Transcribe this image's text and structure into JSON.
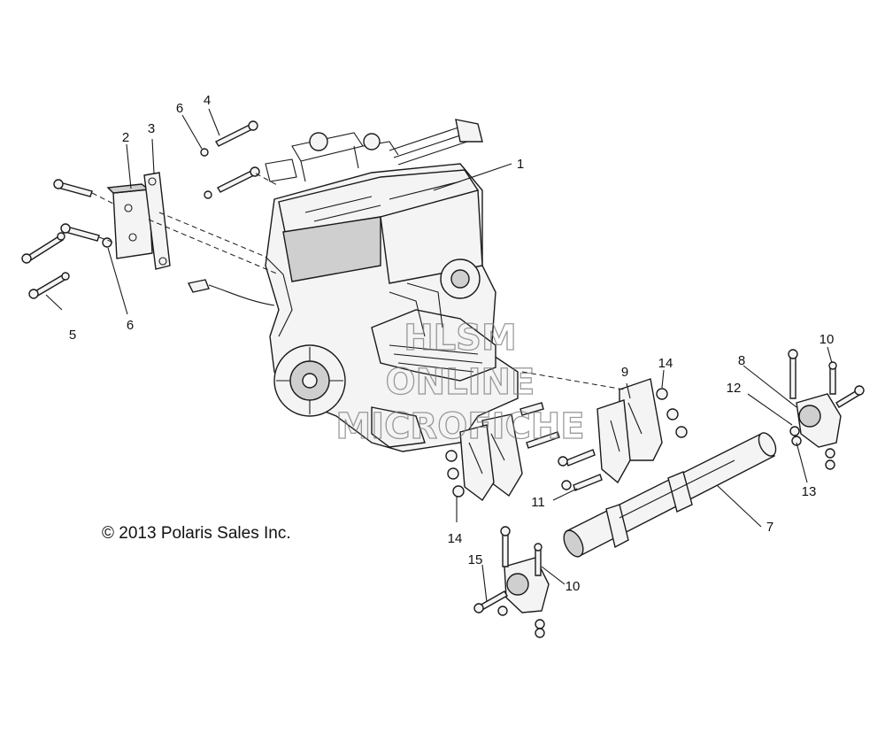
{
  "diagram": {
    "copyright": "© 2013 Polaris Sales Inc.",
    "watermark": [
      "HLSM",
      "ONLINE",
      "MICROFICHE"
    ],
    "callouts": [
      {
        "id": "c1",
        "label": "1"
      },
      {
        "id": "c2",
        "label": "2"
      },
      {
        "id": "c3",
        "label": "3"
      },
      {
        "id": "c4",
        "label": "4"
      },
      {
        "id": "c5",
        "label": "5"
      },
      {
        "id": "c6a",
        "label": "6"
      },
      {
        "id": "c6b",
        "label": "6"
      },
      {
        "id": "c7",
        "label": "7"
      },
      {
        "id": "c8",
        "label": "8"
      },
      {
        "id": "c9",
        "label": "9"
      },
      {
        "id": "c10a",
        "label": "10"
      },
      {
        "id": "c10b",
        "label": "10"
      },
      {
        "id": "c11",
        "label": "11"
      },
      {
        "id": "c12",
        "label": "12"
      },
      {
        "id": "c13",
        "label": "13"
      },
      {
        "id": "c14a",
        "label": "14"
      },
      {
        "id": "c14b",
        "label": "14"
      },
      {
        "id": "c15",
        "label": "15"
      }
    ]
  }
}
